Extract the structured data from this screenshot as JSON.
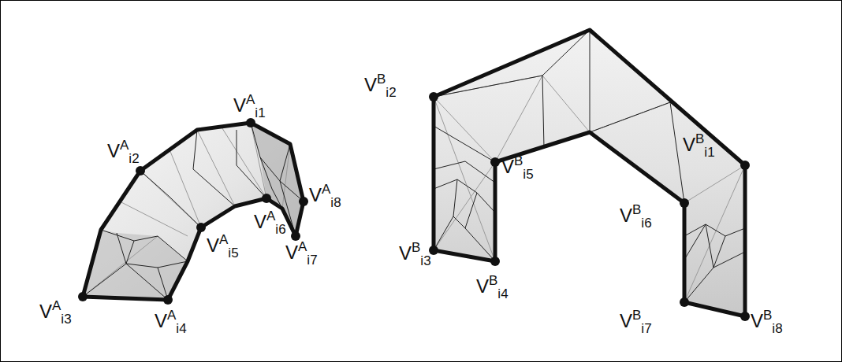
{
  "diagram": {
    "labels": [
      "V",
      "A",
      "i1",
      "V",
      "A",
      "i2",
      "V",
      "A",
      "i3",
      "V",
      "A",
      "i4",
      "V",
      "A",
      "i5",
      "V",
      "A",
      "i6",
      "V",
      "A",
      "i7",
      "V",
      "A",
      "i8",
      "V",
      "B",
      "i2",
      "V",
      "B",
      "i5",
      "V",
      "B",
      "i3",
      "V",
      "B",
      "i4",
      "V",
      "B",
      "i1",
      "V",
      "B",
      "i6",
      "V",
      "B",
      "i7",
      "V",
      "B",
      "i8"
    ]
  }
}
